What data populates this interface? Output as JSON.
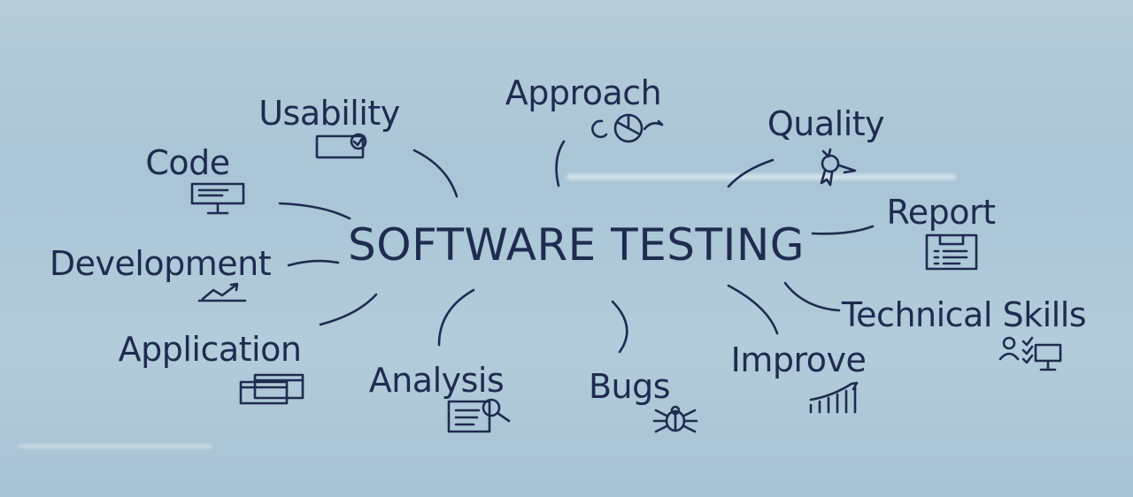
{
  "diagram": {
    "center": "SOFTWARE TESTING",
    "nodes": [
      {
        "id": "usability",
        "label": "Usability",
        "icon": "window-with-checkmark-icon"
      },
      {
        "id": "approach",
        "label": "Approach",
        "icon": "pie-chart-target-icon"
      },
      {
        "id": "quality",
        "label": "Quality",
        "icon": "award-badge-icon"
      },
      {
        "id": "code",
        "label": "Code",
        "icon": "monitor-code-icon"
      },
      {
        "id": "report",
        "label": "Report",
        "icon": "report-document-icon"
      },
      {
        "id": "development",
        "label": "Development",
        "icon": "trend-chart-icon"
      },
      {
        "id": "technical-skills",
        "label": "Technical Skills",
        "icon": "people-computer-icon"
      },
      {
        "id": "application",
        "label": "Application",
        "icon": "app-windows-icon"
      },
      {
        "id": "analysis",
        "label": "Analysis",
        "icon": "document-magnifier-icon"
      },
      {
        "id": "bugs",
        "label": "Bugs",
        "icon": "bug-icon"
      },
      {
        "id": "improve",
        "label": "Improve",
        "icon": "rising-bars-icon"
      }
    ],
    "edges": [
      {
        "from": "SOFTWARE TESTING",
        "to": "usability"
      },
      {
        "from": "SOFTWARE TESTING",
        "to": "approach"
      },
      {
        "from": "SOFTWARE TESTING",
        "to": "quality"
      },
      {
        "from": "SOFTWARE TESTING",
        "to": "code"
      },
      {
        "from": "SOFTWARE TESTING",
        "to": "report"
      },
      {
        "from": "SOFTWARE TESTING",
        "to": "development"
      },
      {
        "from": "SOFTWARE TESTING",
        "to": "technical-skills"
      },
      {
        "from": "SOFTWARE TESTING",
        "to": "application"
      },
      {
        "from": "SOFTWARE TESTING",
        "to": "analysis"
      },
      {
        "from": "SOFTWARE TESTING",
        "to": "bugs"
      },
      {
        "from": "SOFTWARE TESTING",
        "to": "improve"
      }
    ],
    "colors": {
      "ink": "#1f2b4f",
      "board": "#b0c9d8"
    }
  }
}
